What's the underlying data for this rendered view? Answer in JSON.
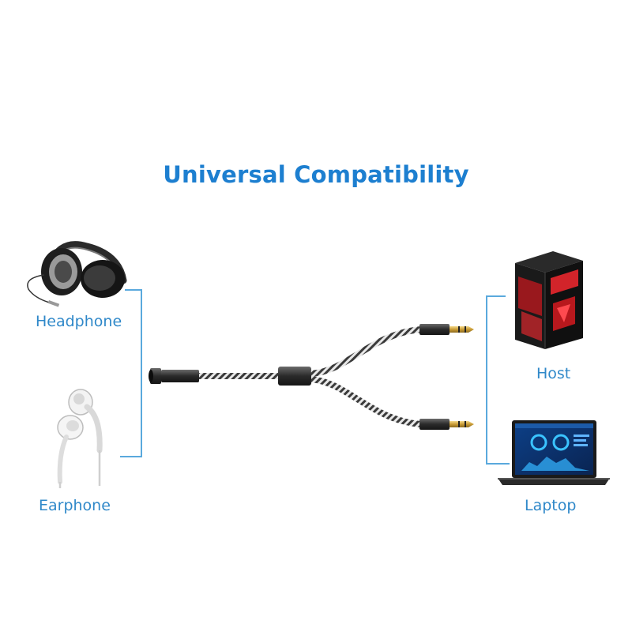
{
  "title": "Universal Compatibility",
  "devices": {
    "headphone": "Headphone",
    "earphone": "Earphone",
    "host": "Host",
    "laptop": "Laptop"
  },
  "colors": {
    "accent": "#1d7fd0",
    "label": "#2f88c9",
    "bracket": "#5aa9dd"
  },
  "icons": [
    "headphone-icon",
    "earphone-icon",
    "desktop-tower-icon",
    "laptop-icon",
    "y-splitter-cable-icon"
  ]
}
